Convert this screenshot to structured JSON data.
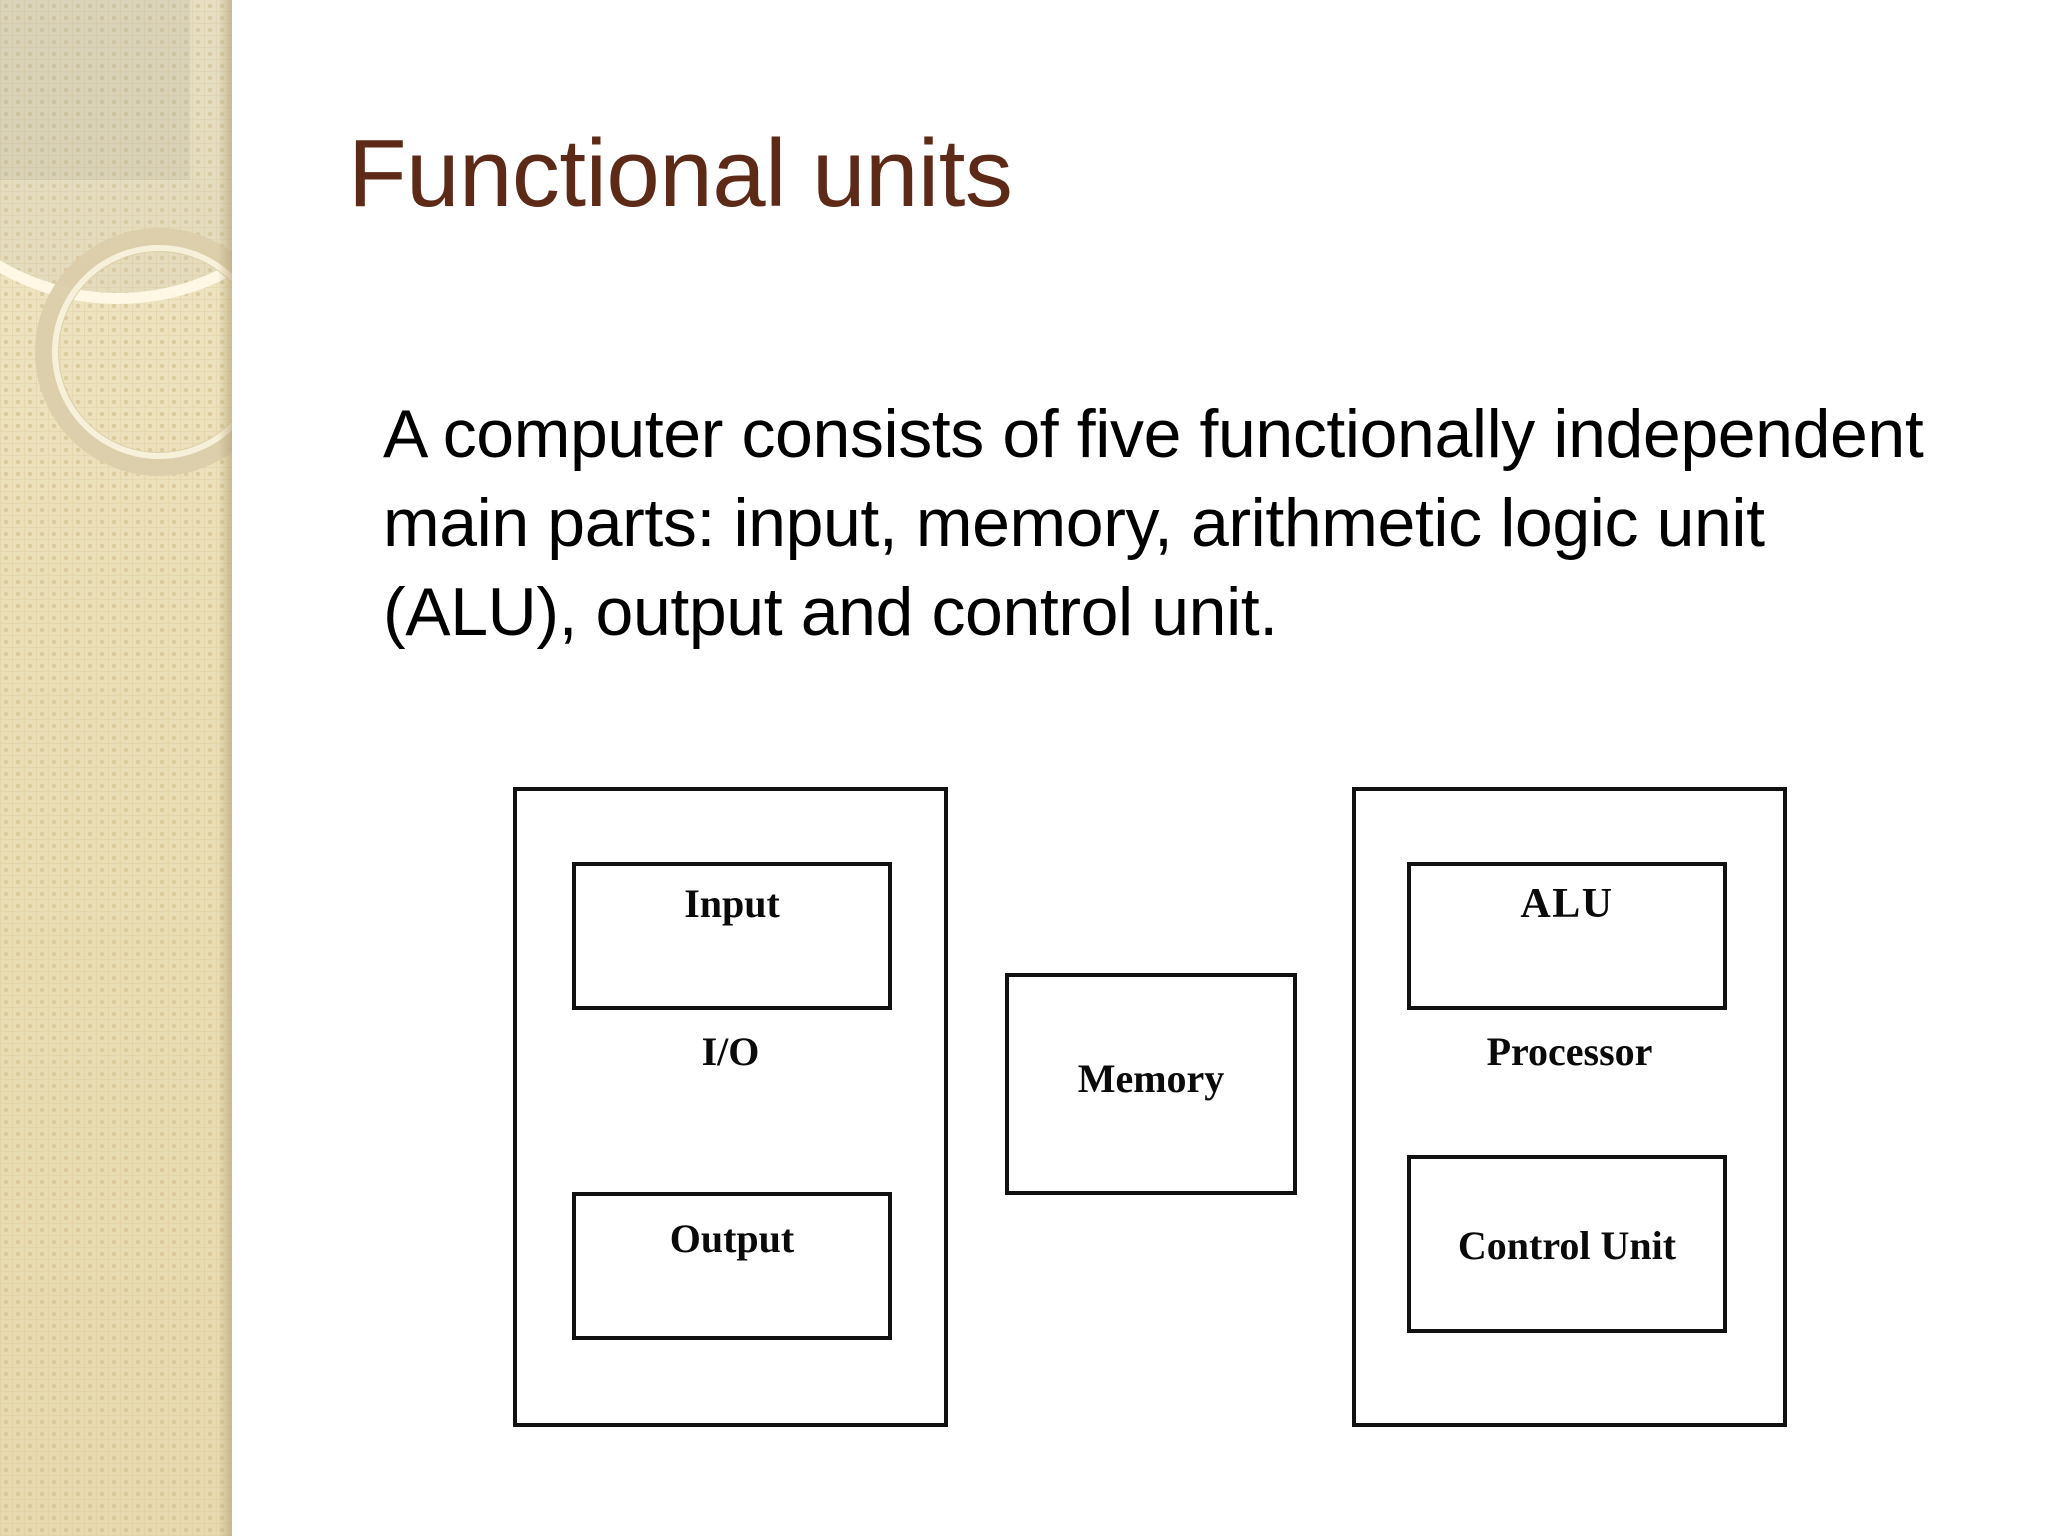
{
  "slide": {
    "title": "Functional units",
    "title_color": "#5e2a18",
    "body_text": "A computer consists of five functionally independent main parts: input, memory, arithmetic logic unit (ALU), output and control unit.",
    "body_color": "#000000",
    "background_color": "#ffffff",
    "sidebar_color": "#eadfb9"
  },
  "diagram": {
    "containers": [
      {
        "id": "io",
        "label": "I/O"
      },
      {
        "id": "memory",
        "label": "Memory"
      },
      {
        "id": "processor",
        "label": "Processor"
      }
    ],
    "units": [
      {
        "id": "input",
        "label": "Input",
        "parent": "io"
      },
      {
        "id": "output",
        "label": "Output",
        "parent": "io"
      },
      {
        "id": "alu",
        "label": "ALU",
        "parent": "processor"
      },
      {
        "id": "control-unit",
        "label": "Control Unit",
        "parent": "processor"
      }
    ],
    "border_color": "#111111"
  }
}
